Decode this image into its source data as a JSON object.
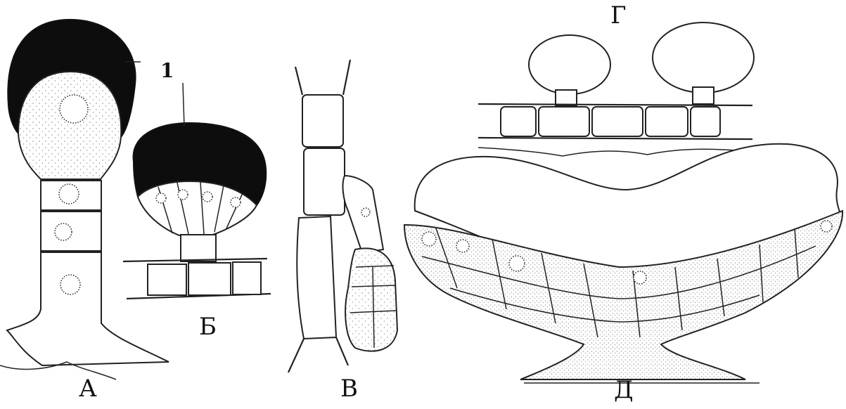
{
  "figure": {
    "panel_labels": {
      "a": "А",
      "b": "Б",
      "v": "В",
      "g": "Г",
      "d": "Д"
    },
    "callout_label": "1"
  },
  "colors": {
    "ink": "#222222",
    "dark_fill": "#0d0d0d",
    "background": "#ffffff"
  }
}
